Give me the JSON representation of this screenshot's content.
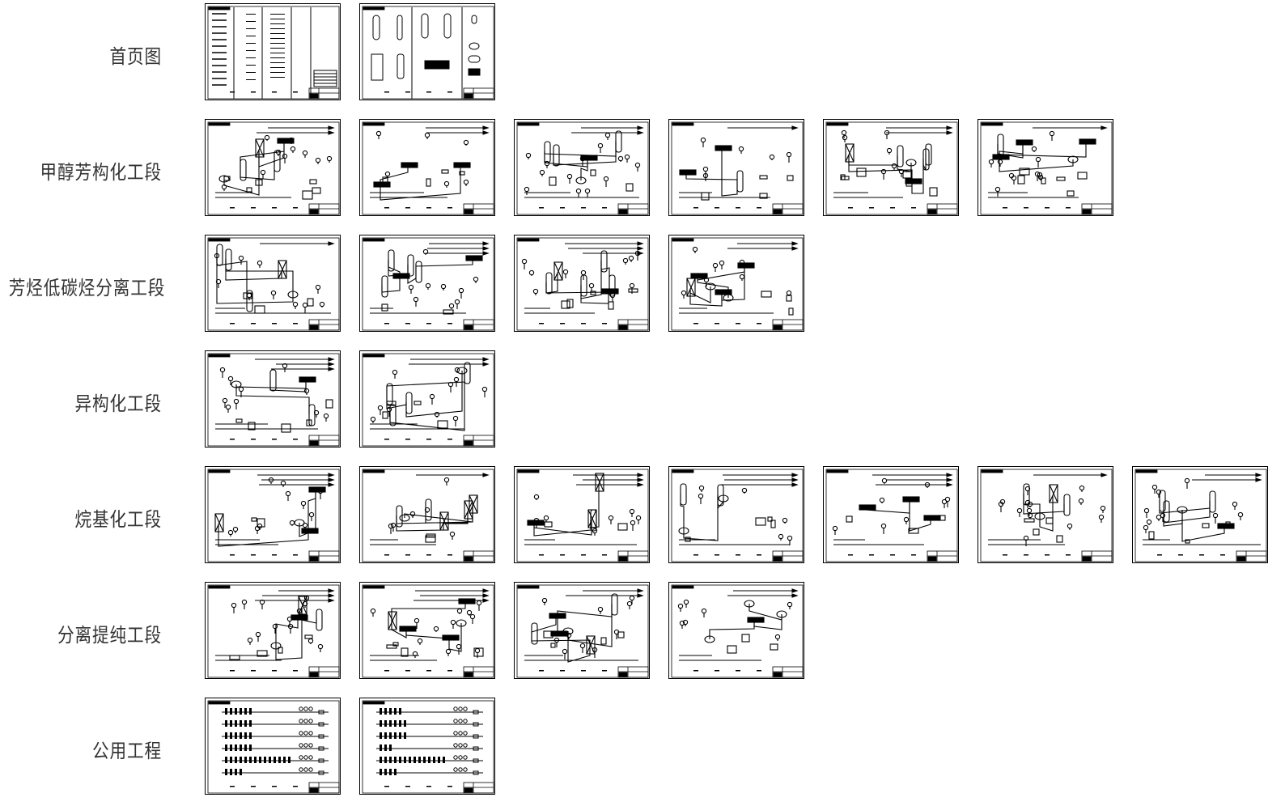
{
  "rows": [
    {
      "label": "首页图",
      "sheets": 2,
      "kind": "legend"
    },
    {
      "label": "甲醇芳构化工段",
      "sheets": 6,
      "kind": "pid"
    },
    {
      "label": "芳烃低碳烃分离工段",
      "sheets": 4,
      "kind": "pid"
    },
    {
      "label": "异构化工段",
      "sheets": 2,
      "kind": "pid"
    },
    {
      "label": "烷基化工段",
      "sheets": 7,
      "kind": "pid"
    },
    {
      "label": "分离提纯工段",
      "sheets": 4,
      "kind": "pid"
    },
    {
      "label": "公用工程",
      "sheets": 2,
      "kind": "utility"
    }
  ],
  "colors": {
    "line": "#000000",
    "label": "#333333",
    "background": "#ffffff"
  }
}
